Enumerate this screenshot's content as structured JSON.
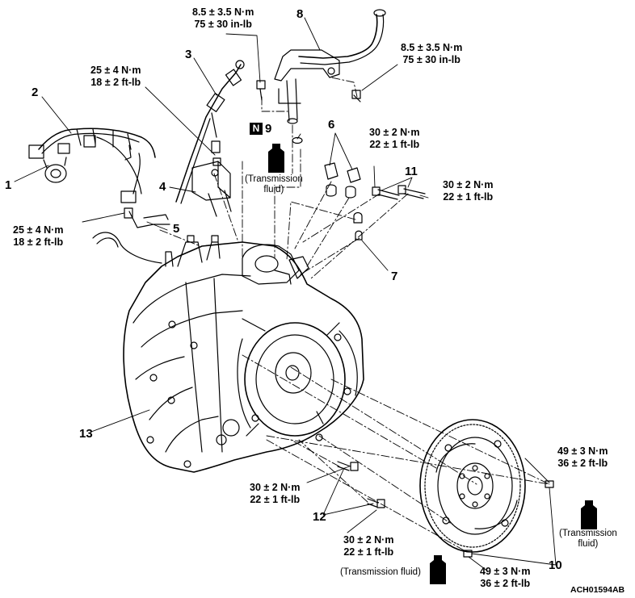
{
  "torque": {
    "t_top_center": [
      "8.5 ± 3.5 N·m",
      "75 ± 30 in-lb"
    ],
    "t_top_right": [
      "8.5 ± 3.5 N·m",
      "75 ± 30 in-lb"
    ],
    "t_item3": [
      "25 ± 4 N·m",
      "18 ± 2 ft-lb"
    ],
    "t_item5": [
      "25 ± 4 N·m",
      "18 ± 2 ft-lb"
    ],
    "t_item11_left": [
      "30 ± 2 N·m",
      "22 ± 1 ft-lb"
    ],
    "t_item11_right": [
      "30 ± 2 N·m",
      "22 ± 1 ft-lb"
    ],
    "t_item12_upper": [
      "30 ± 2 N·m",
      "22 ± 1 ft-lb"
    ],
    "t_item12_lower": [
      "30 ± 2 N·m",
      "22 ± 1 ft-lb"
    ],
    "t_item10_upper": [
      "49 ± 3 N·m",
      "36 ± 2 ft-lb"
    ],
    "t_item10_lower": [
      "49 ± 3 N·m",
      "36 ± 2 ft-lb"
    ]
  },
  "callouts": [
    "1",
    "2",
    "3",
    "4",
    "5",
    "6",
    "7",
    "8",
    "9",
    "10",
    "11",
    "12",
    "13"
  ],
  "badge": "N",
  "fluid": {
    "item9": [
      "(Transmission",
      "fluid)"
    ],
    "right": [
      "(Transmission",
      "fluid)"
    ],
    "bottom": "(Transmission fluid)"
  },
  "figure_code": "ACH01594AB",
  "colors": {
    "line": "#000000",
    "background": "#ffffff"
  }
}
